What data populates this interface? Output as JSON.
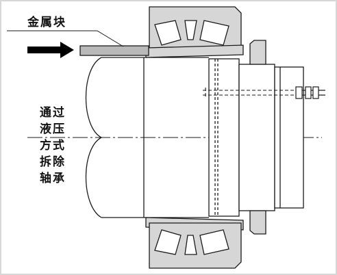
{
  "labels": {
    "metal_block": "金属块",
    "caption_lines": [
      "通过",
      "液压",
      "方式",
      "拆除",
      "轴承"
    ]
  },
  "colors": {
    "frame": "#d7d7d7",
    "line": "#1a1a1a",
    "bearing_fill": "#d6d6d6",
    "roller_fill": "#ffffff",
    "arrow": "#000000"
  }
}
